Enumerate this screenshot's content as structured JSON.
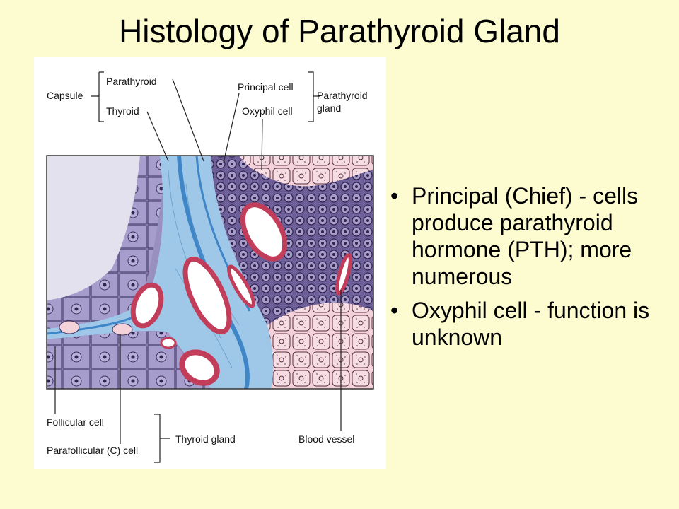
{
  "slide": {
    "title": "Histology of Parathyroid Gland"
  },
  "figure": {
    "labels": {
      "capsule": "Capsule",
      "parathyroid": "Parathyroid",
      "thyroid": "Thyroid",
      "principal_cell": "Principal cell",
      "oxyphil_cell": "Oxyphil cell",
      "parathyroid_gland_1": "Parathyroid",
      "parathyroid_gland_2": "gland",
      "follicular_cell": "Follicular cell",
      "parafollicular_cell": "Parafollicular (C) cell",
      "thyroid_gland": "Thyroid gland",
      "blood_vessel": "Blood vessel"
    },
    "colors": {
      "capsule_blue": "#9fc8e8",
      "capsule_stripe": "#3f86c8",
      "follicle_cell": "#9a90c0",
      "colloid": "#e3e1ee",
      "principal_region": "#6e5f98",
      "oxyphil_region": "#f3d2da",
      "vessel_wall": "#c23d5a"
    }
  },
  "bullets": [
    "Principal (Chief) - cells produce parathyroid hormone (PTH); more numerous",
    "Oxyphil cell - function is unknown"
  ]
}
